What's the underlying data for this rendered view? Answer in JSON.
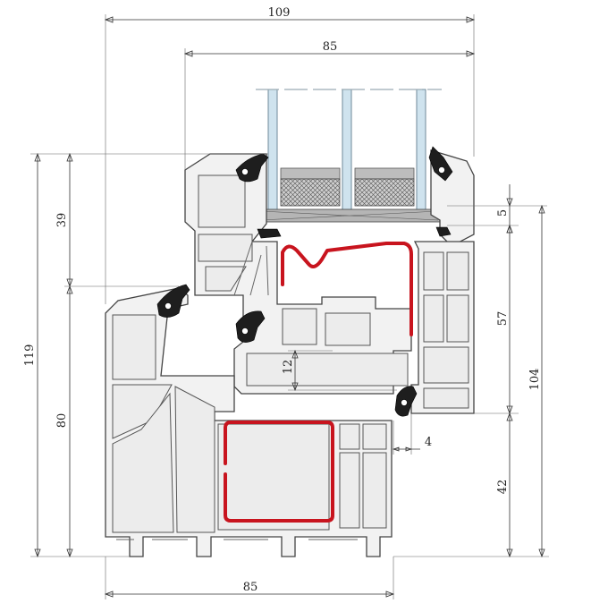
{
  "drawing": {
    "dimensions": {
      "top_total": "109",
      "top_sash": "85",
      "left_sash": "39",
      "left_total": "119",
      "left_frame": "80",
      "right_glazing": "5",
      "right_sash": "57",
      "right_total": "104",
      "right_frame": "42",
      "bottom_frame": "85",
      "inner_overlap": "12",
      "gap": "4"
    },
    "colors": {
      "reinforcement": "#c8141e",
      "glass": "#cfe3ee",
      "gasket": "#1e1e1e"
    }
  }
}
